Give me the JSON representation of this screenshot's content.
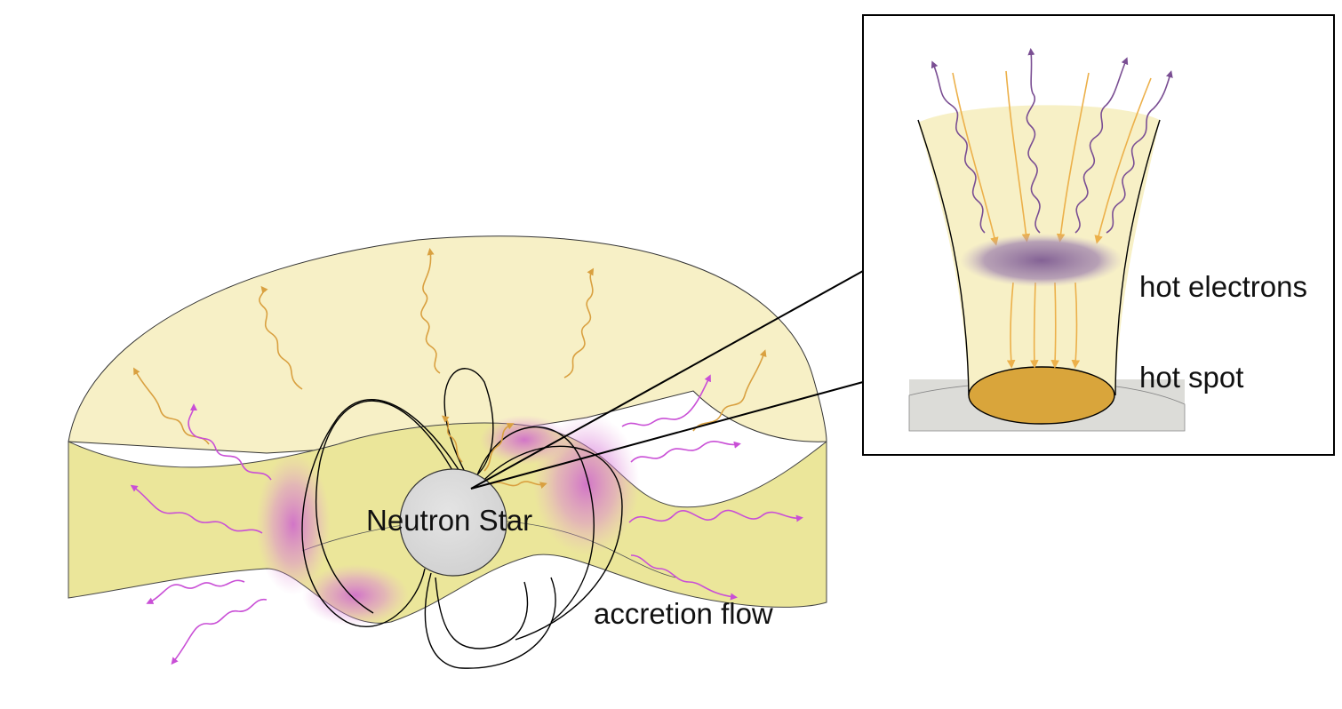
{
  "labels": {
    "neutron_star": "Neutron Star",
    "accretion_flow": "accretion flow",
    "hot_electrons": "hot electrons",
    "hot_spot": "hot spot"
  },
  "colors": {
    "corona_fill": "#f7f0c6",
    "disk_fill": "#ebe69a",
    "star_fill": "#dadada",
    "hot_spot": "#d9a53b",
    "orange_photon": "#d9a040",
    "purple_photon": "#7a4e93",
    "magenta_photon": "#c94fd6",
    "electron_cloud": "#8a6a9a",
    "ground": "#dcdcd8",
    "outline": "#000000"
  }
}
